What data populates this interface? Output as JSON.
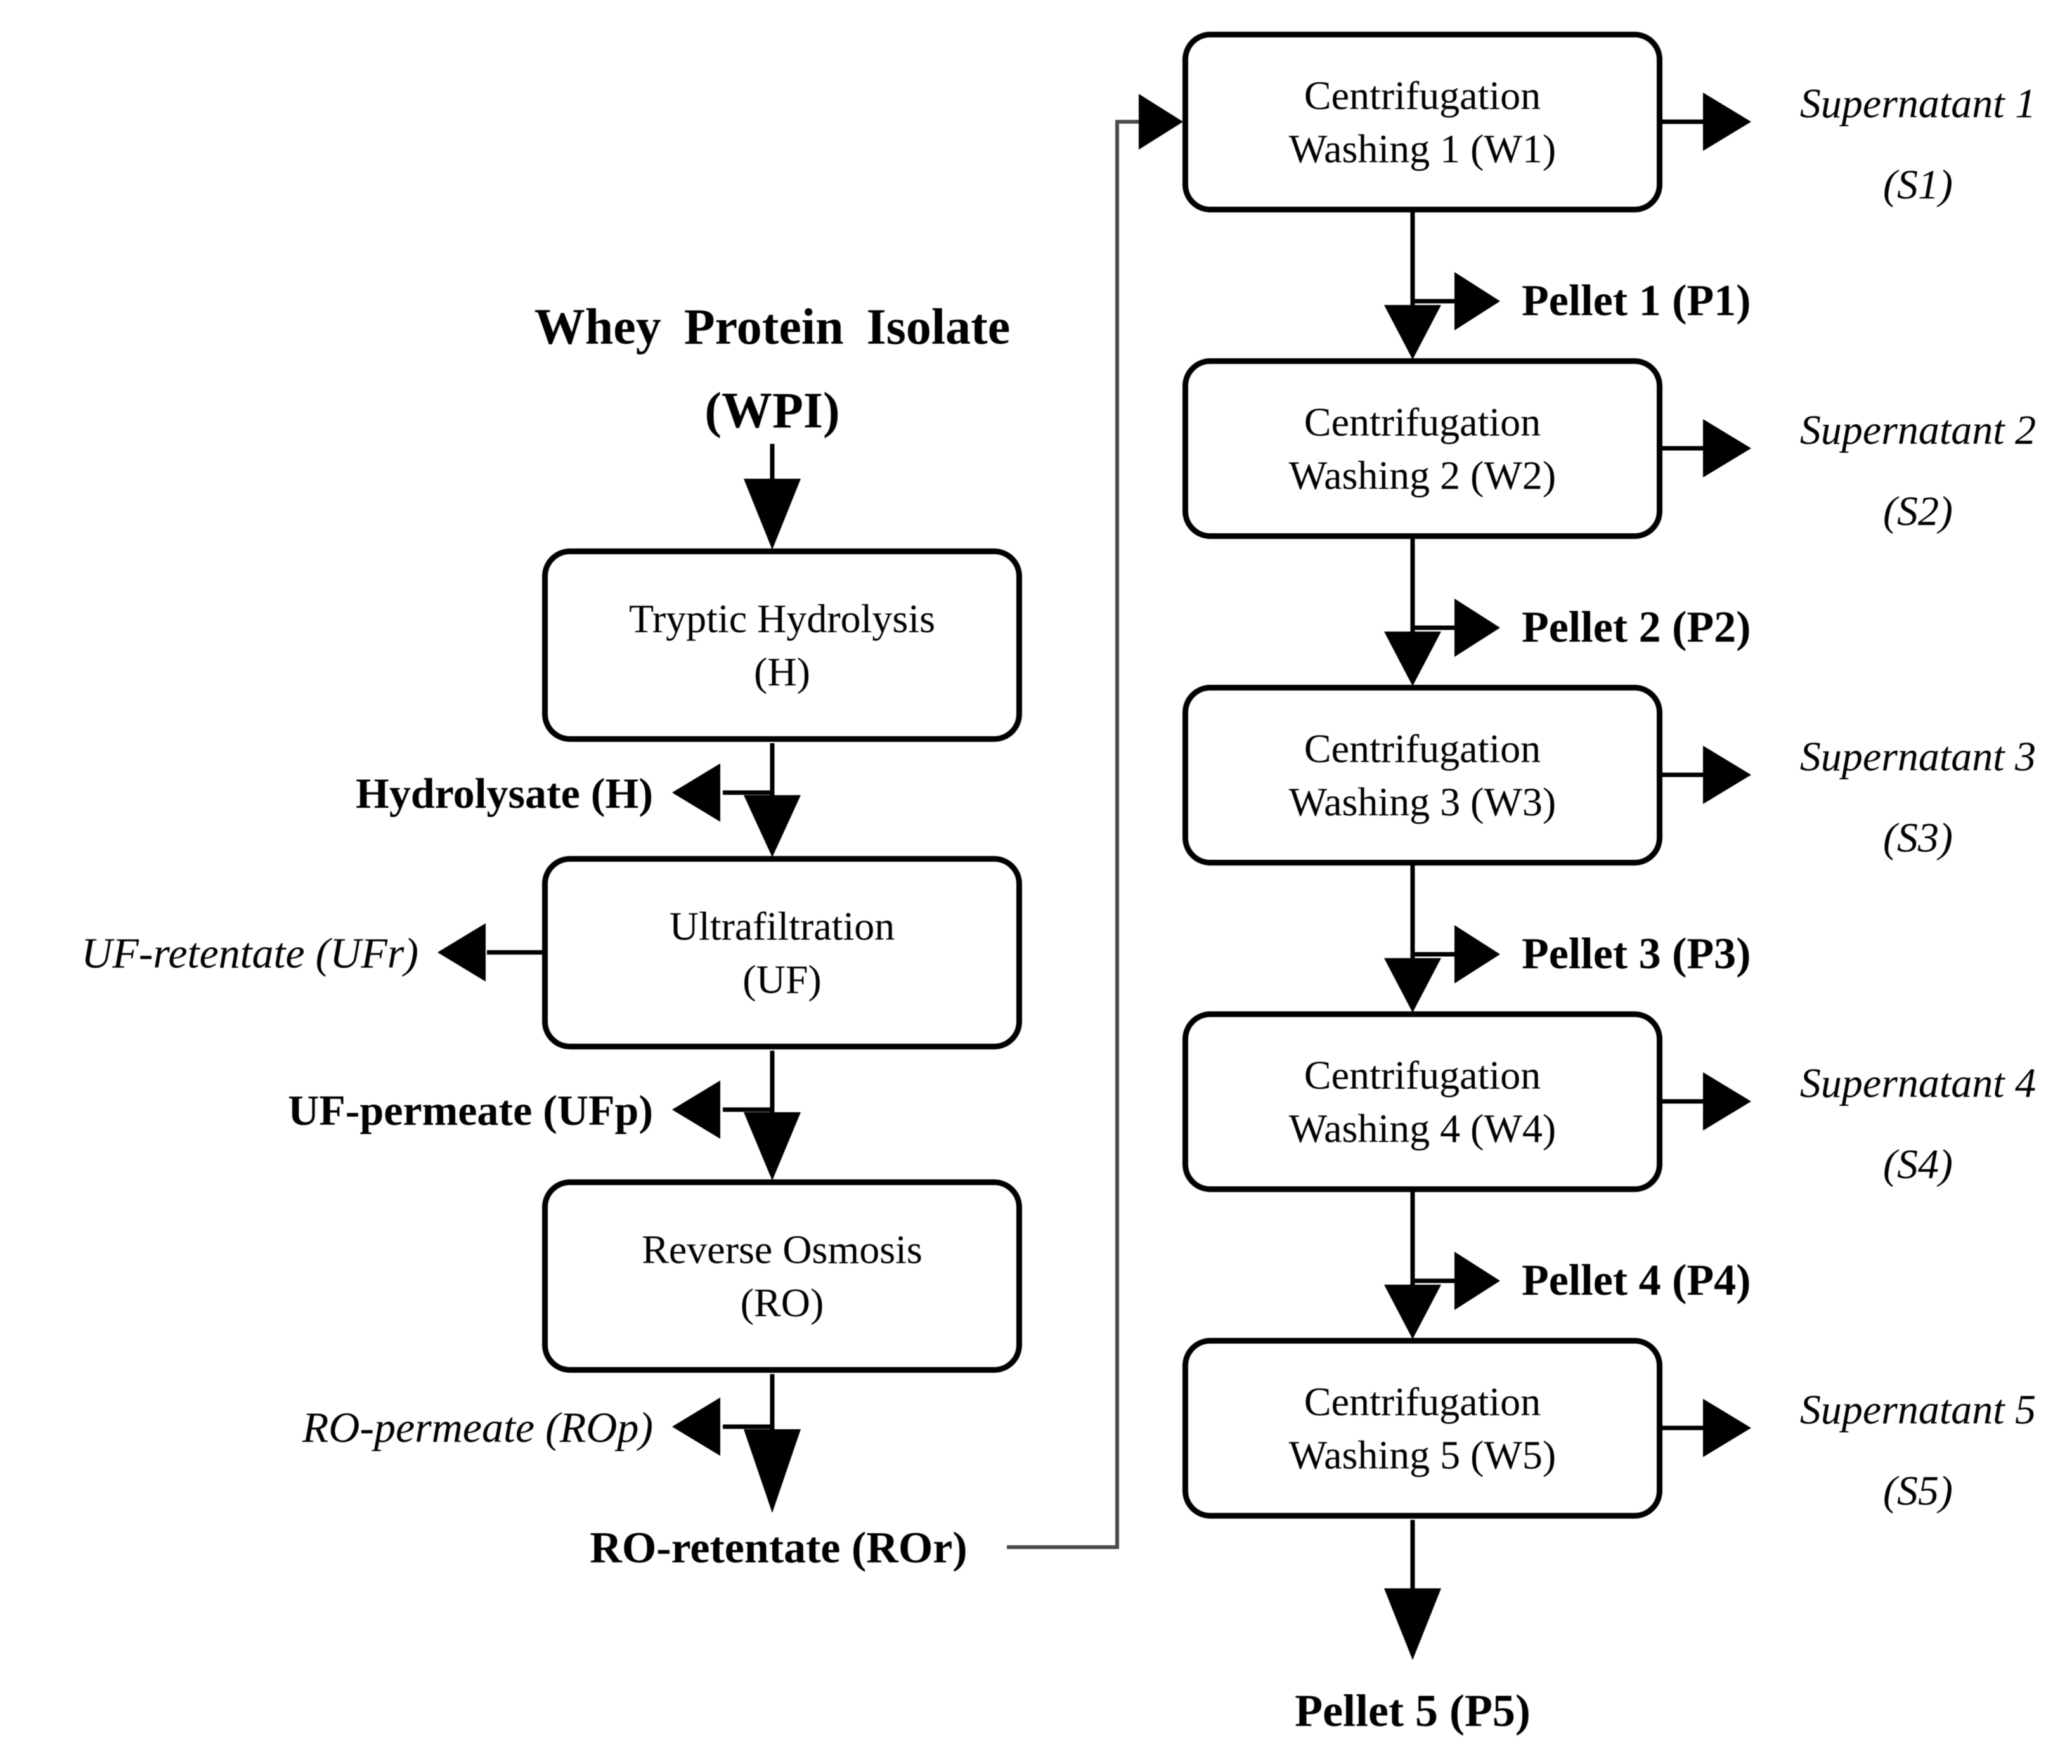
{
  "title": {
    "line1": "Whey Protein Isolate",
    "line2": "(WPI)"
  },
  "left": {
    "boxes": [
      {
        "line1": "Tryptic Hydrolysis",
        "line2": "(H)"
      },
      {
        "line1": "Ultrafiltration",
        "line2": "(UF)"
      },
      {
        "line1": "Reverse Osmosis",
        "line2": "(RO)"
      }
    ],
    "labels": {
      "hydrolysate": "Hydrolysate (H)",
      "uf_retentate": "UF-retentate (UFr)",
      "uf_permeate": "UF-permeate (UFp)",
      "ro_permeate": "RO-permeate (ROp)",
      "ro_retentate": "RO-retentate (ROr)"
    }
  },
  "right": {
    "boxes": [
      {
        "line1": "Centrifugation",
        "line2": "Washing 1 (W1)"
      },
      {
        "line1": "Centrifugation",
        "line2": "Washing 2 (W2)"
      },
      {
        "line1": "Centrifugation",
        "line2": "Washing 3 (W3)"
      },
      {
        "line1": "Centrifugation",
        "line2": "Washing 4 (W4)"
      },
      {
        "line1": "Centrifugation",
        "line2": "Washing 5 (W5)"
      }
    ],
    "supernatants": [
      {
        "line1": "Supernatant 1",
        "line2": "(S1)"
      },
      {
        "line1": "Supernatant 2",
        "line2": "(S2)"
      },
      {
        "line1": "Supernatant 3",
        "line2": "(S3)"
      },
      {
        "line1": "Supernatant 4",
        "line2": "(S4)"
      },
      {
        "line1": "Supernatant 5",
        "line2": "(S5)"
      }
    ],
    "pellets": [
      "Pellet 1 (P1)",
      "Pellet 2 (P2)",
      "Pellet 3 (P3)",
      "Pellet 4 (P4)"
    ],
    "final_pellet": "Pellet 5 (P5)"
  },
  "colors": {
    "ink": "#000000",
    "thin_line": "#4a4a4a",
    "background": "#ffffff"
  }
}
